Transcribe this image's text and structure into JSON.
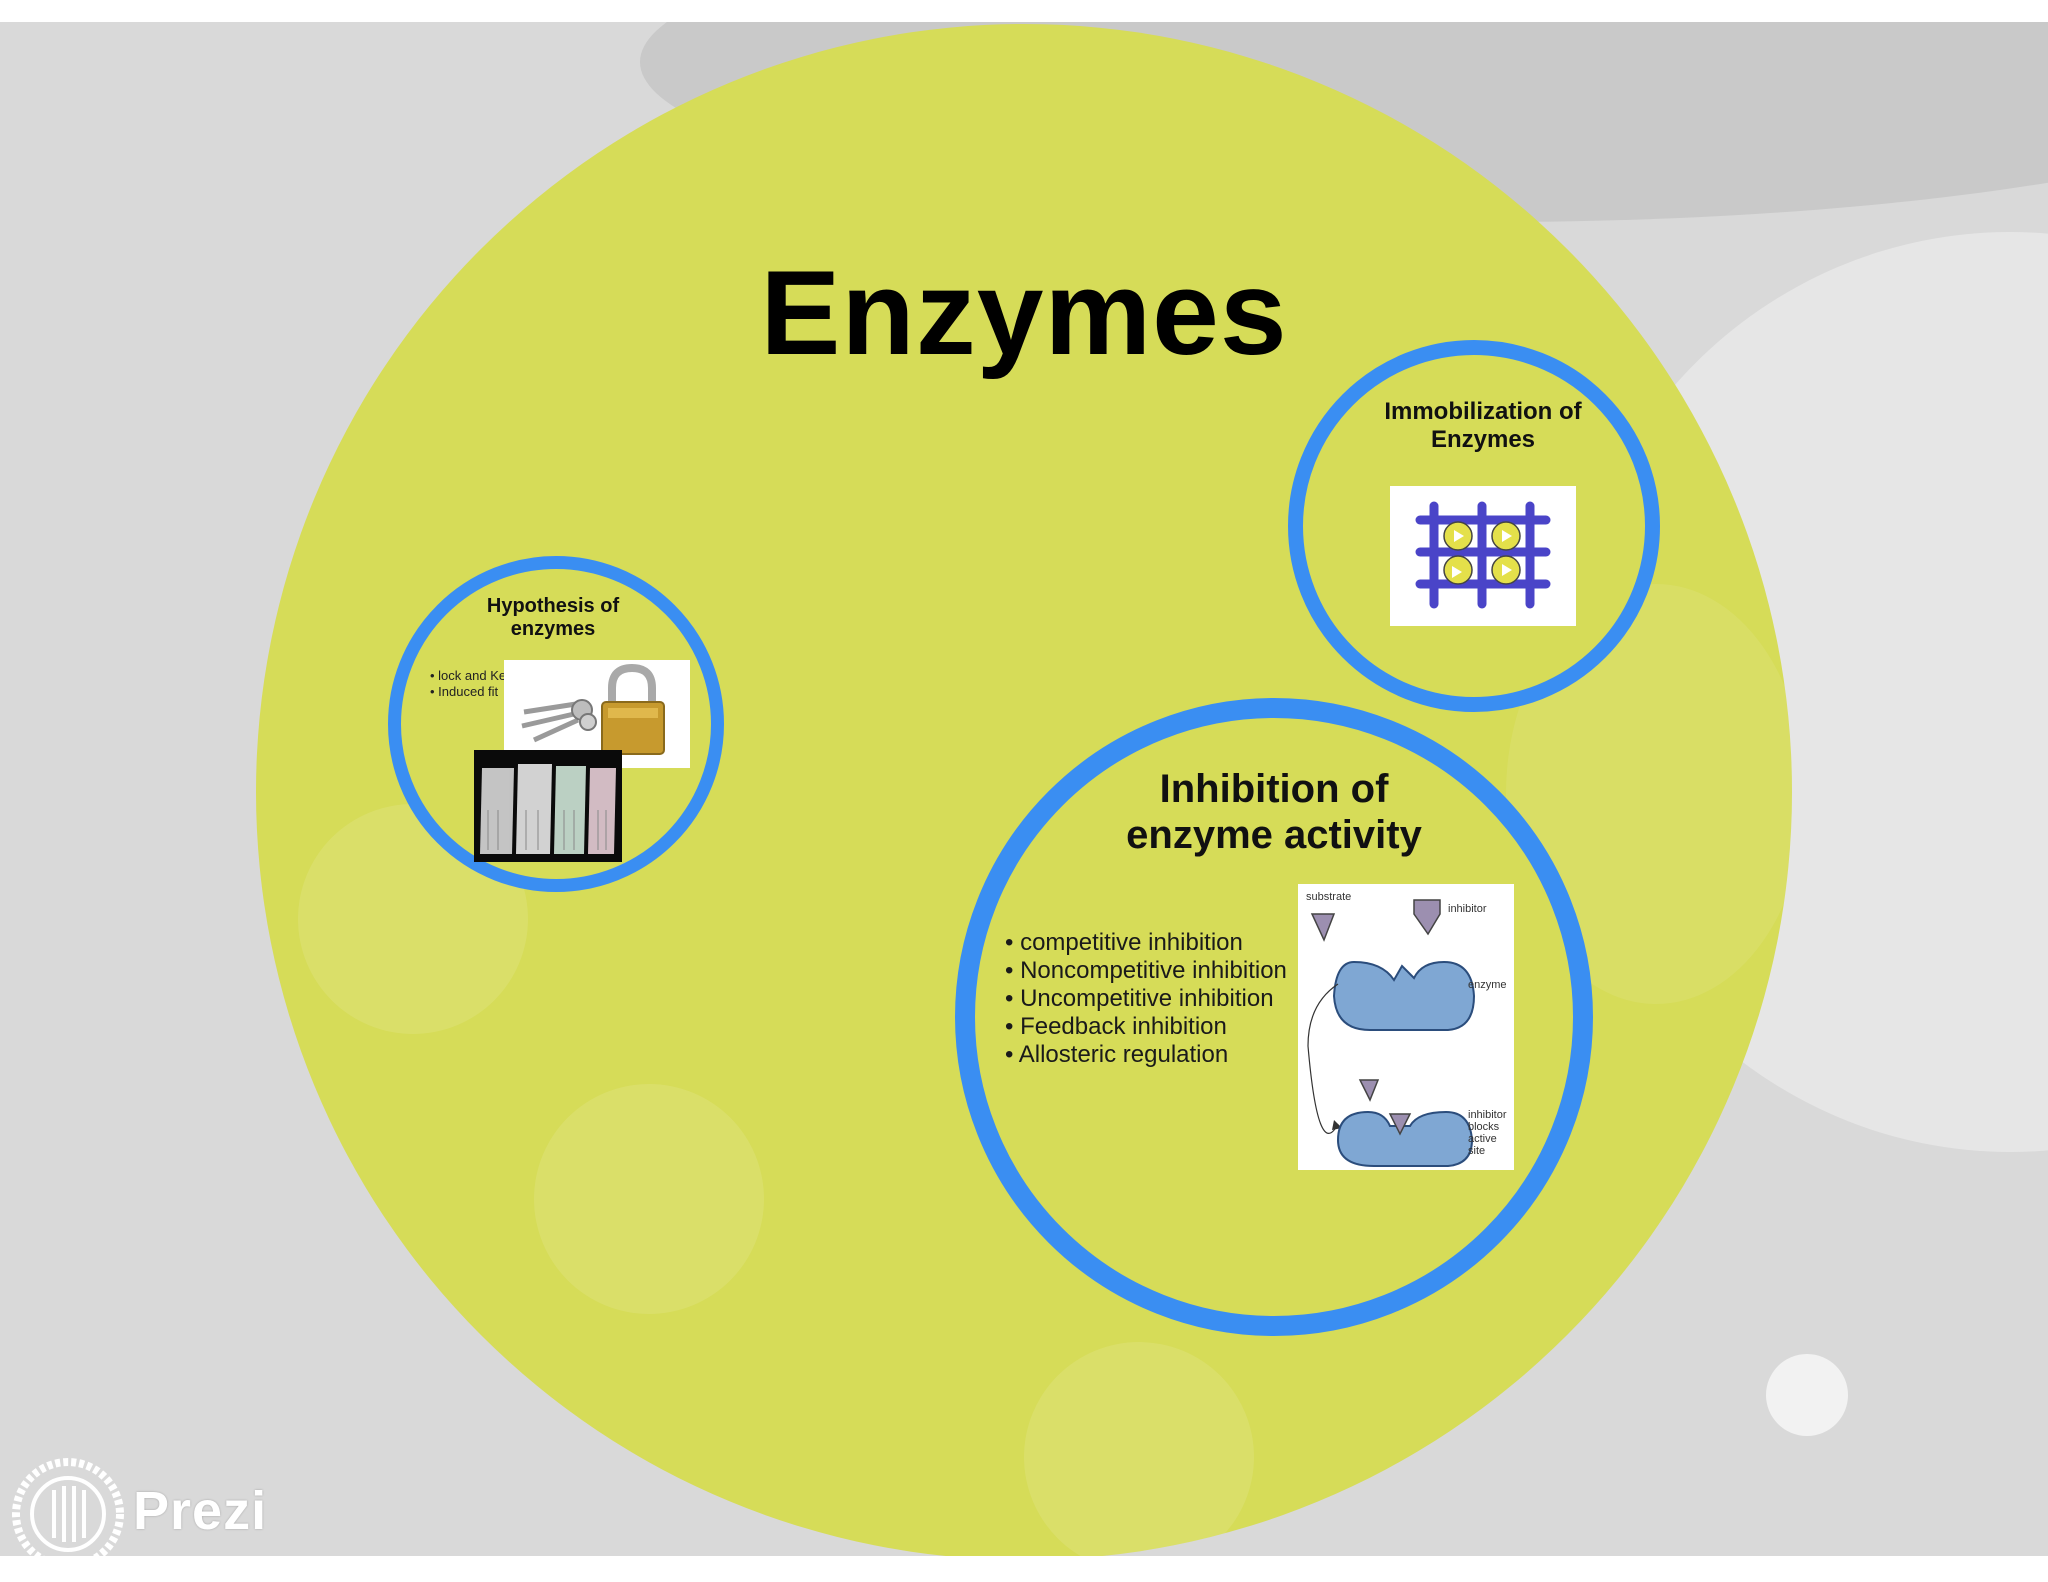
{
  "presentation": {
    "title": "Enzymes"
  },
  "frames": {
    "immobilization": {
      "title_line1": "Immobilization of",
      "title_line2": "Enzymes"
    },
    "hypothesis": {
      "title_line1": "Hypothesis of",
      "title_line2": "enzymes",
      "bullets": [
        "lock and Key",
        "Induced fit"
      ]
    },
    "inhibition": {
      "title_line1": "Inhibition of",
      "title_line2": "enzyme activity",
      "bullets": [
        "competitive inhibition",
        "Noncompetitive inhibition",
        "Uncompetitive inhibition",
        "Feedback inhibition",
        "Allosteric regulation"
      ],
      "diagram": {
        "substrate_label": "substrate",
        "inhibitor_label": "inhibitor",
        "enzyme_label": "enzyme",
        "blocks_label_1": "inhibitor",
        "blocks_label_2": "blocks",
        "blocks_label_3": "active",
        "blocks_label_4": "site"
      }
    }
  },
  "branding": {
    "logo_text": "Prezi"
  },
  "colors": {
    "main_circle": "#d6dc58",
    "ring": "#3a8ef2",
    "background": "#d9d9d9"
  }
}
